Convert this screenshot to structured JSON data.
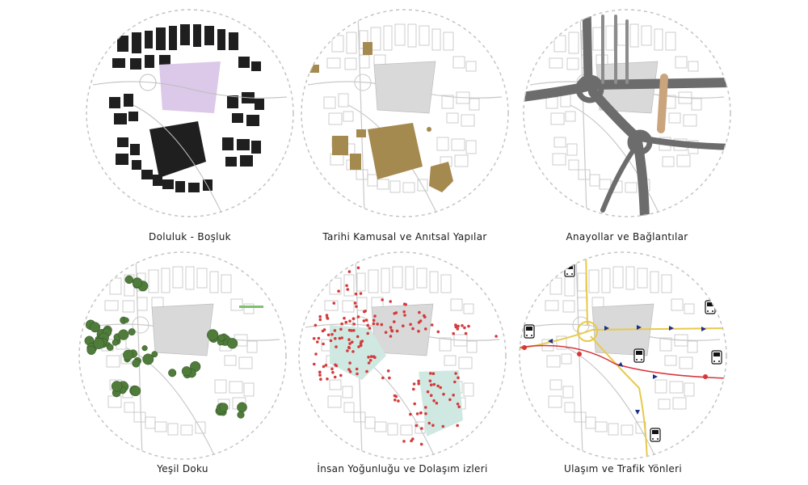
{
  "panels": [
    {
      "key": "p1",
      "caption": "Doluluk - Boşluk",
      "theme": "figure-ground"
    },
    {
      "key": "p2",
      "caption": "Tarihi Kamusal ve Anıtsal Yapılar",
      "theme": "historic"
    },
    {
      "key": "p3",
      "caption": "Anayollar ve Bağlantılar",
      "theme": "roads"
    },
    {
      "key": "p4",
      "caption": "Yeşil Doku",
      "theme": "green"
    },
    {
      "key": "p5",
      "caption": "İnsan Yoğunluğu ve Dolaşım izleri",
      "theme": "people"
    },
    {
      "key": "p6",
      "caption": "Ulaşım ve Trafik Yönleri",
      "theme": "transport"
    }
  ],
  "colors": {
    "building_dark": "#1f1f1f",
    "void_purple": "#dcc8e8",
    "historic_gold": "#a58a4f",
    "road_gray": "#6c6c6c",
    "road_tan": "#caa47c",
    "square_gray": "#d9d9d9",
    "tree_green": "#4f7c3a",
    "people_red": "#d43b3b",
    "plaza_mint": "#cfe9e2",
    "bus_blue": "#1c2f8a",
    "tram_red": "#d8353c",
    "road_yellow": "#e8c94a"
  }
}
